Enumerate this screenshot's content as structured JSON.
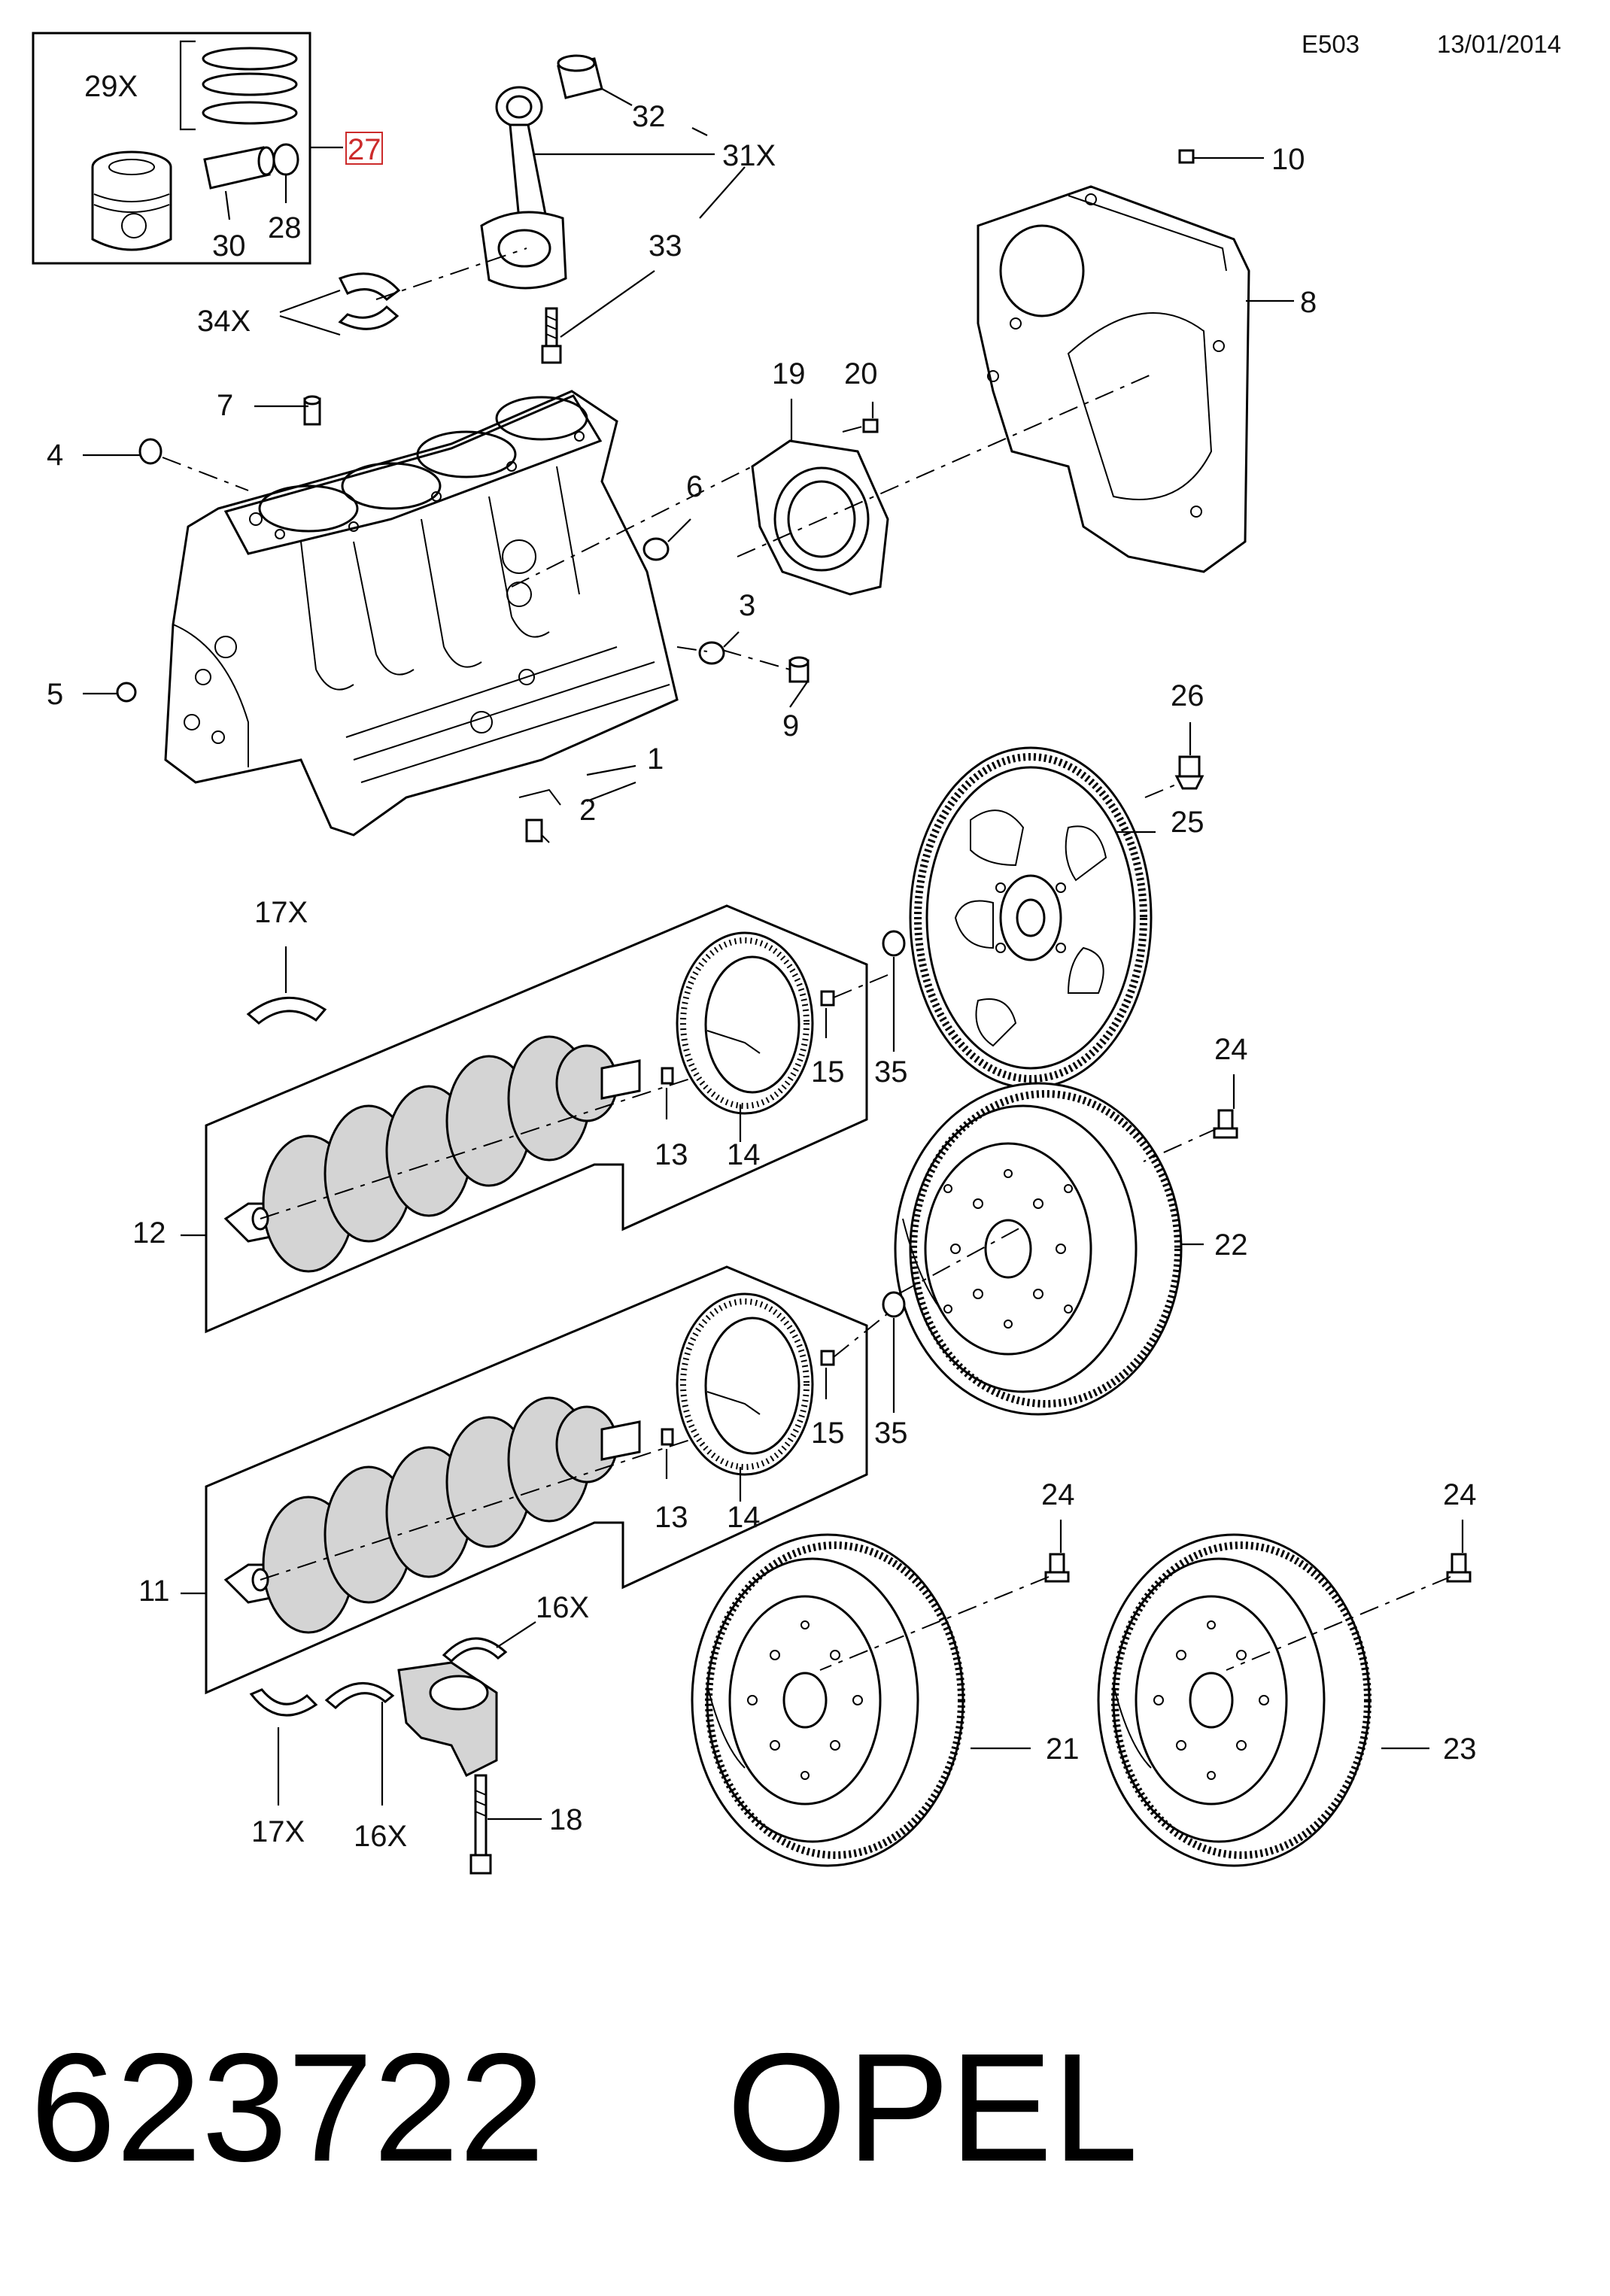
{
  "header": {
    "code": "E503",
    "date": "13/01/2014"
  },
  "footer": {
    "part_number": "623722",
    "brand": "OPEL"
  },
  "highlight_color": "#cc2b2b",
  "callouts": {
    "c29x": "29X",
    "c27": "27",
    "c30": "30",
    "c28": "28",
    "c32": "32",
    "c31x": "31X",
    "c33": "33",
    "c34x": "34X",
    "c10": "10",
    "c8": "8",
    "c7": "7",
    "c4": "4",
    "c19": "19",
    "c20": "20",
    "c6": "6",
    "c3": "3",
    "c5": "5",
    "c9": "9",
    "c1": "1",
    "c2": "2",
    "c26": "26",
    "c25": "25",
    "c17x_top": "17X",
    "c15_top": "15",
    "c35_top": "35",
    "c13_top": "13",
    "c14_top": "14",
    "c24_top": "24",
    "c12": "12",
    "c22": "22",
    "c15_bot": "15",
    "c35_bot": "35",
    "c13_bot": "13",
    "c14_bot": "14",
    "c11": "11",
    "c24_left": "24",
    "c24_right": "24",
    "c16x_top": "16X",
    "c21": "21",
    "c23": "23",
    "c17x_bot": "17X",
    "c16x_bot": "16X",
    "c18": "18"
  }
}
